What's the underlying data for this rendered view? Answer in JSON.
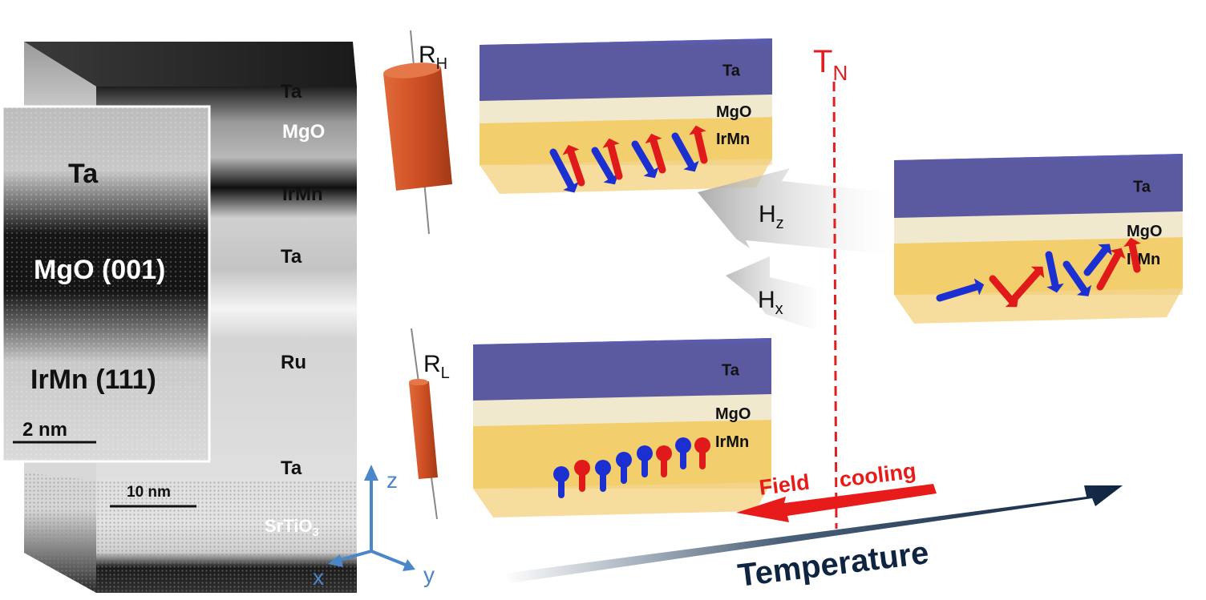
{
  "tem": {
    "layers": [
      "Ta",
      "MgO",
      "IrMn",
      "Ta",
      "Ru",
      "Ta",
      "SrTiO"
    ],
    "substrate_subscript": "3",
    "scale_bar": "10 nm"
  },
  "inset": {
    "layers": [
      "Ta",
      "MgO (001)",
      "IrMn (111)"
    ],
    "scale_bar": "2 nm"
  },
  "axes": {
    "z": "z",
    "x": "x",
    "y": "y"
  },
  "resistors": {
    "high": {
      "main": "R",
      "sub": "H"
    },
    "low": {
      "main": "R",
      "sub": "L"
    }
  },
  "stacks": {
    "high": {
      "layers": [
        "Ta",
        "MgO",
        "IrMn"
      ]
    },
    "disordered": {
      "layers": [
        "Ta",
        "MgO",
        "IrMn"
      ]
    },
    "low": {
      "layers": [
        "Ta",
        "MgO",
        "IrMn"
      ]
    }
  },
  "fields": {
    "hz": {
      "main": "H",
      "sub": "z"
    },
    "hx": {
      "main": "H",
      "sub": "x"
    }
  },
  "neel": {
    "main": "T",
    "sub": "N"
  },
  "cooling": {
    "word1": "Field",
    "word2": "cooling"
  },
  "temperature_label": "Temperature",
  "colors": {
    "ta_layer": "#4a4a9c",
    "mgo_layer": "#efe9cf",
    "irmn_layer": "#f3c95c",
    "spin_red": "#e01a1a",
    "spin_blue": "#1c2fd0",
    "neel_line": "#e02020",
    "temperature_arrow": "#0e2440",
    "axes": "#4a86c8",
    "resistor": "#d2522a"
  }
}
